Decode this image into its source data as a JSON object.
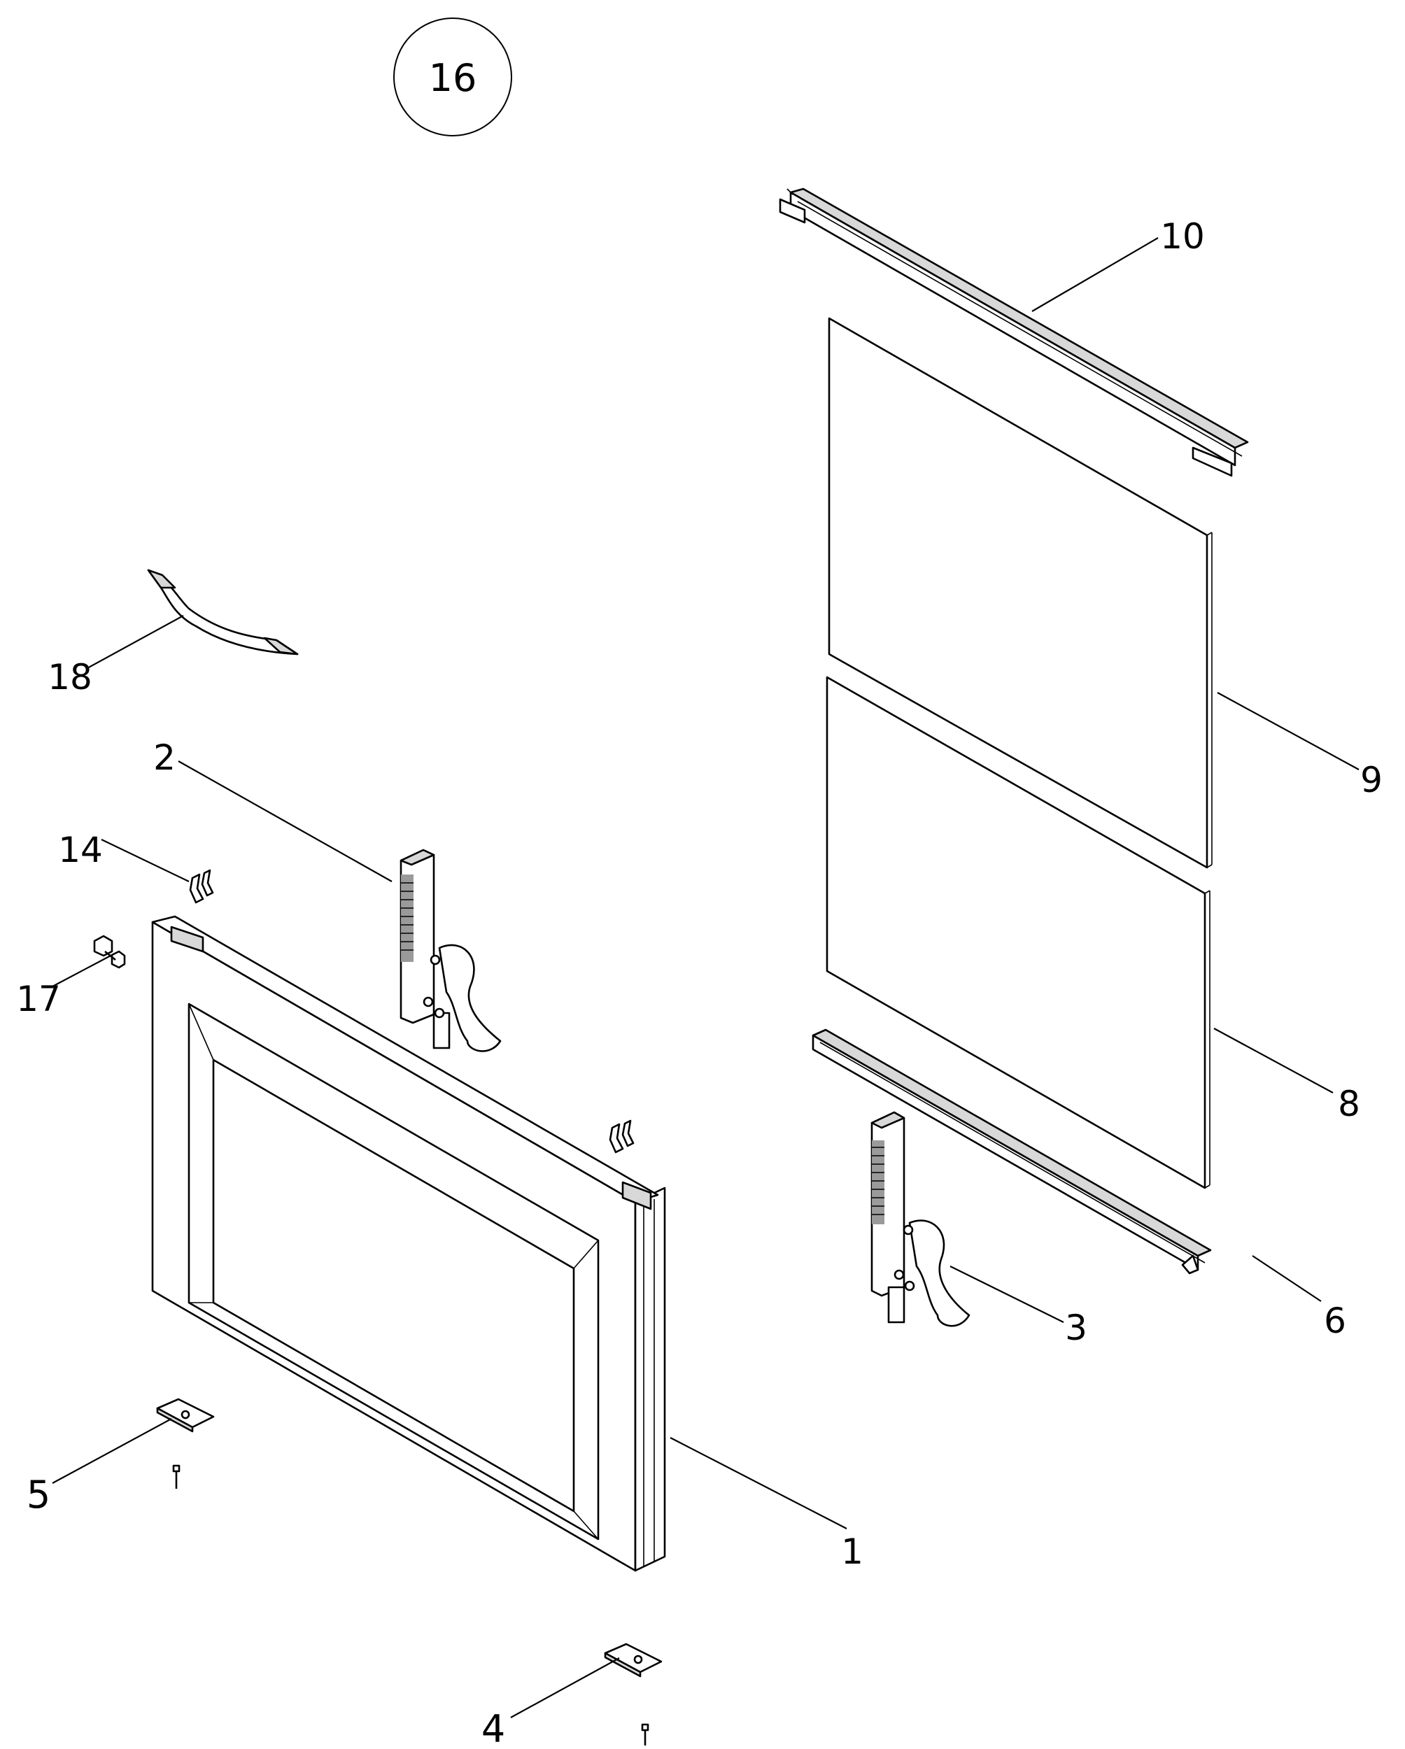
{
  "figure_number": "16",
  "callouts": [
    {
      "id": "10",
      "label": "10"
    },
    {
      "id": "9",
      "label": "9"
    },
    {
      "id": "8",
      "label": "8"
    },
    {
      "id": "6",
      "label": "6"
    },
    {
      "id": "3",
      "label": "3"
    },
    {
      "id": "18",
      "label": "18"
    },
    {
      "id": "2",
      "label": "2"
    },
    {
      "id": "14",
      "label": "14"
    },
    {
      "id": "17",
      "label": "17"
    },
    {
      "id": "5",
      "label": "5"
    },
    {
      "id": "1",
      "label": "1"
    },
    {
      "id": "4",
      "label": "4"
    }
  ]
}
